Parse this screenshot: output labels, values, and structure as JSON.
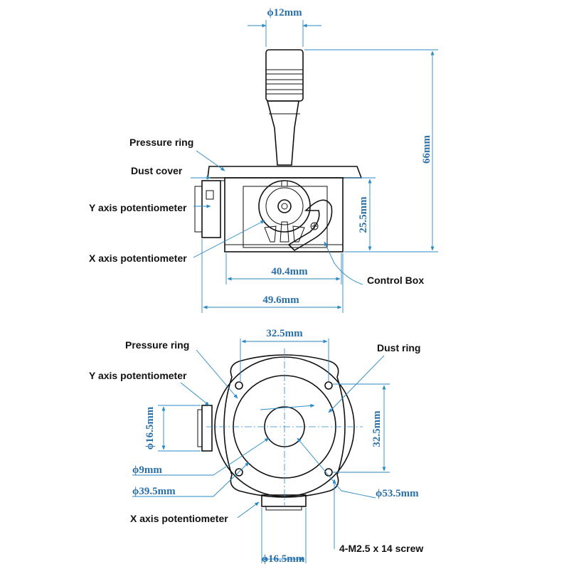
{
  "side_view": {
    "labels": {
      "pressure_ring": "Pressure ring",
      "dust_cover": "Dust cover",
      "y_axis_pot": "Y axis potentiometer",
      "x_axis_pot": "X axis potentiometer",
      "control_box": "Control Box"
    },
    "dimensions": {
      "handle_dia": "ϕ12mm",
      "height": "66mm",
      "box_height": "25.5mm",
      "box_width": "40.4mm",
      "overall_width": "49.6mm"
    }
  },
  "top_view": {
    "labels": {
      "pressure_ring": "Pressure ring",
      "dust_ring": "Dust ring",
      "y_axis_pot": "Y axis potentiometer",
      "x_axis_pot": "X axis potentiometer",
      "screw": "4-M2.5 x 14 screw"
    },
    "dimensions": {
      "hole_spacing_h": "32.5mm",
      "hole_spacing_v": "32.5mm",
      "pot_width_side": "ϕ16.5mm",
      "inner_dia": "ϕ9mm",
      "mid_dia": "ϕ39.5mm",
      "outer_dia": "ϕ53.5mm",
      "pot_width_bottom": "ϕ16.5mm"
    }
  }
}
